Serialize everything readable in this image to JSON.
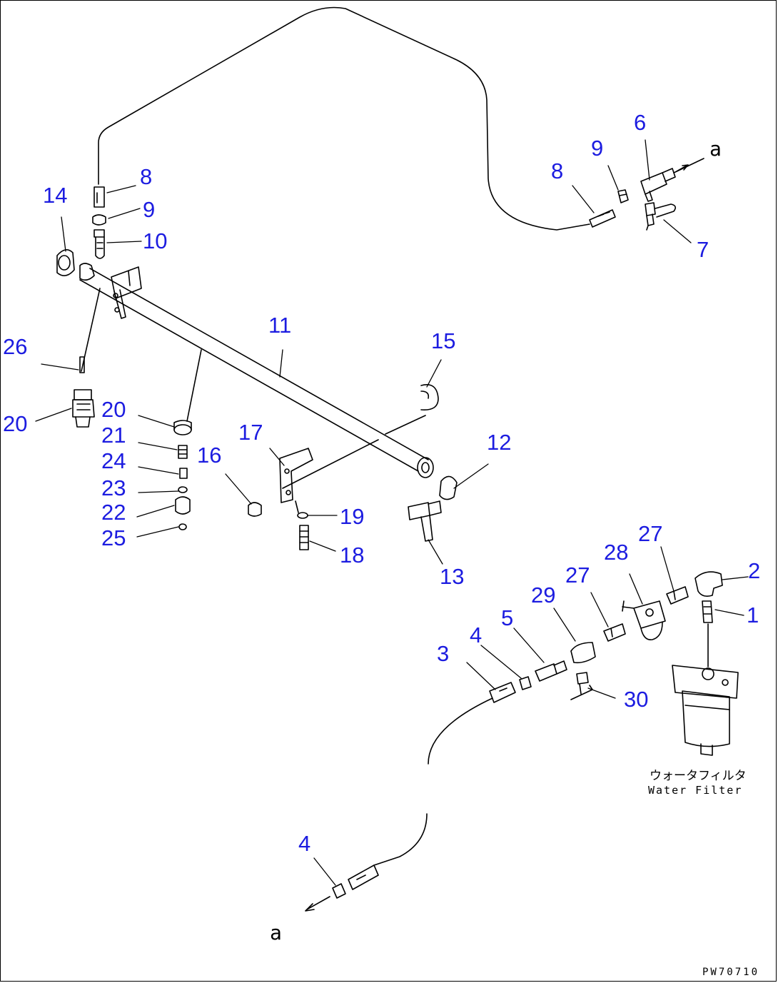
{
  "drawing": {
    "drawing_code": "PW70710",
    "connection_marker": "a",
    "water_filter_label_jp": "ウォータフィルタ",
    "water_filter_label_en": "Water Filter",
    "colors": {
      "callout": "#1c1ce0",
      "line": "#000000"
    }
  },
  "callouts": {
    "p1": "1",
    "p2": "2",
    "p3": "3",
    "p4a": "4",
    "p4b": "4",
    "p5": "5",
    "p6": "6",
    "p7": "7",
    "p8a": "8",
    "p8b": "8",
    "p9a": "9",
    "p9b": "9",
    "p10": "10",
    "p11": "11",
    "p12": "12",
    "p13": "13",
    "p14": "14",
    "p15": "15",
    "p16": "16",
    "p17": "17",
    "p18": "18",
    "p19": "19",
    "p20a": "20",
    "p20b": "20",
    "p21": "21",
    "p22": "22",
    "p23": "23",
    "p24": "24",
    "p25": "25",
    "p26": "26",
    "p27a": "27",
    "p27b": "27",
    "p28": "28",
    "p29": "29",
    "p30": "30"
  }
}
